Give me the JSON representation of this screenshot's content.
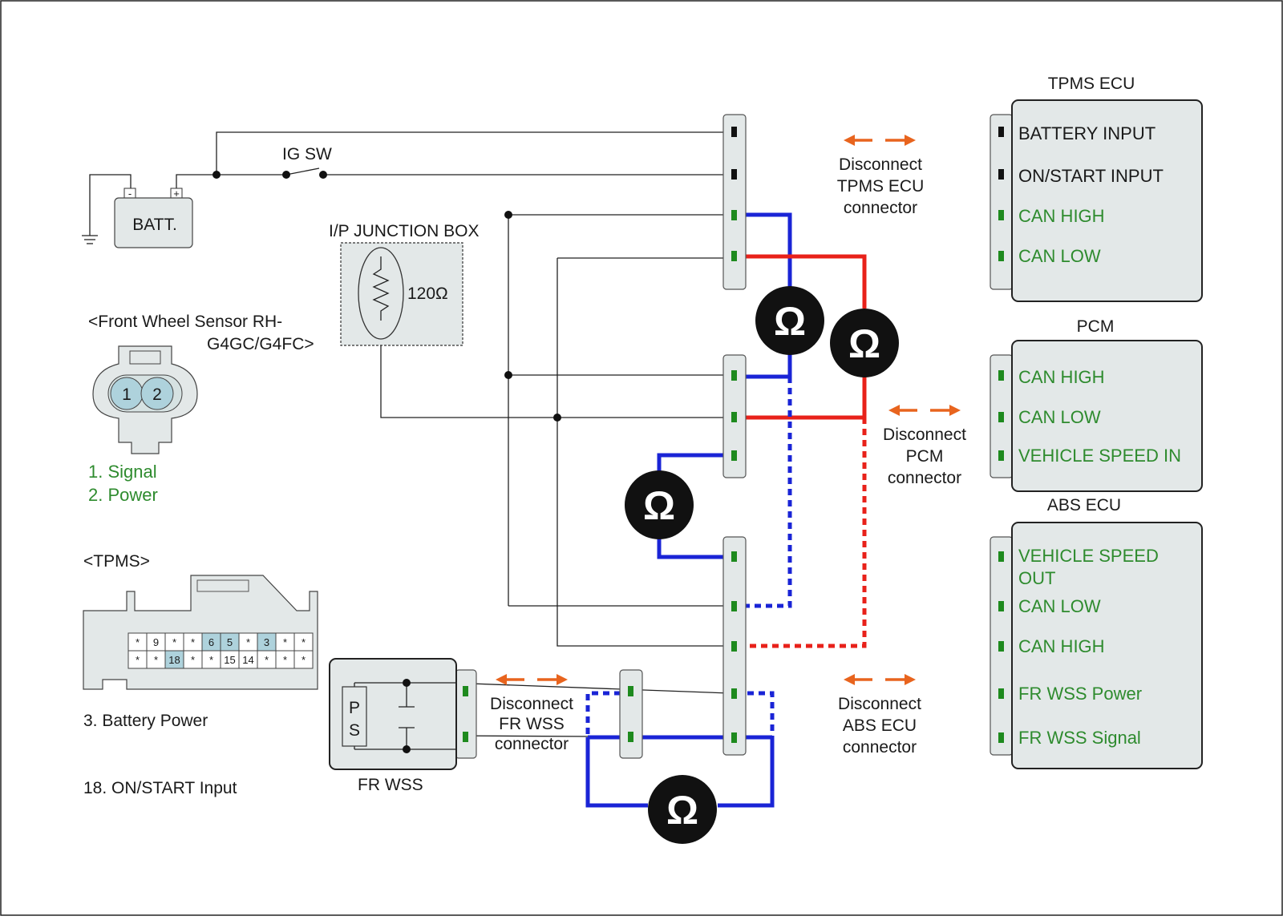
{
  "battery": {
    "label": "BATT.",
    "neg": "-",
    "pos": "+"
  },
  "ig_switch": {
    "label": "IG SW"
  },
  "junction_box": {
    "label": "I/P JUNCTION BOX",
    "resistor": "120Ω"
  },
  "front_sensor": {
    "title_line1": "<Front Wheel Sensor RH-",
    "title_line2": "G4GC/G4FC>",
    "pin1": "1",
    "pin2": "2",
    "pin_desc": [
      "1. Signal",
      "2. Power"
    ]
  },
  "tpms_connector": {
    "title": "<TPMS>",
    "row1": [
      "*",
      "9",
      "*",
      "*",
      "6",
      "5",
      "*",
      "3",
      "*",
      "*"
    ],
    "row2": [
      "*",
      "*",
      "18",
      "*",
      "*",
      "15",
      "14",
      "*",
      "*",
      "*"
    ],
    "pin_desc": [
      "3. Battery Power",
      "18. ON/START Input"
    ]
  },
  "fr_wss": {
    "label": "FR WSS",
    "p": "P",
    "s": "S"
  },
  "ohm_symbol": "Ω",
  "disconnect_labels": {
    "tpms": [
      "Disconnect",
      "TPMS ECU",
      "connector"
    ],
    "pcm": [
      "Disconnect",
      "PCM",
      "connector"
    ],
    "fr_wss": [
      "Disconnect",
      "FR WSS",
      "connector"
    ],
    "abs": [
      "Disconnect",
      "ABS ECU",
      "connector"
    ]
  },
  "modules": {
    "tpms_ecu": {
      "title": "TPMS ECU",
      "pins": [
        "BATTERY INPUT",
        "ON/START INPUT",
        "CAN HIGH",
        "CAN LOW"
      ]
    },
    "pcm": {
      "title": "PCM",
      "pins": [
        "CAN HIGH",
        "CAN LOW",
        "VEHICLE SPEED IN"
      ]
    },
    "abs_ecu": {
      "title": "ABS ECU",
      "pins": [
        "VEHICLE SPEED",
        "OUT",
        "CAN LOW",
        "CAN HIGH",
        "FR WSS Power",
        "FR WSS Signal"
      ]
    }
  },
  "colors": {
    "can_high_wire": "#1a24d6",
    "can_low_wire": "#e8211a",
    "pin_green": "#1e8a1e",
    "arrow": "#e8641e",
    "label_green": "#2e8b2e",
    "box_fill": "#e3e8e8",
    "connector_highlight": "#aed2dc"
  }
}
